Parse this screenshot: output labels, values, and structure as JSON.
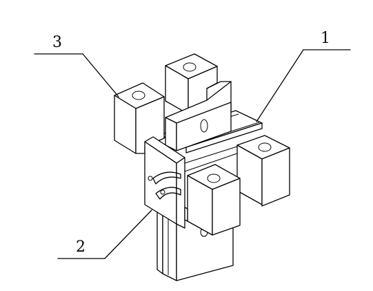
{
  "labels": {
    "part1": "1",
    "part2": "2",
    "part3": "3"
  }
}
